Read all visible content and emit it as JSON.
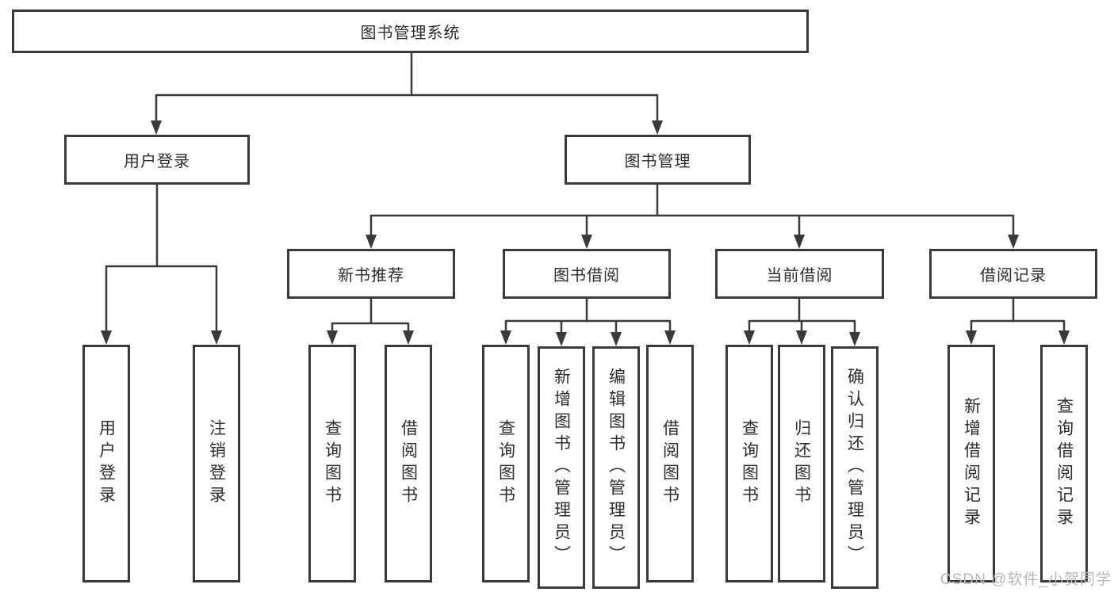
{
  "diagram_title": "图书管理系统",
  "watermark": "CSDN @软件_小贺同学",
  "colors": {
    "line": "#3a3a3a",
    "box_border": "#3a3a3a",
    "box_fill": "#ffffff",
    "text": "#2d2d2d",
    "watermark": "#b8b8b8",
    "background": "#ffffff"
  },
  "nodes": {
    "root": {
      "label": "图书管理系统"
    },
    "user_login": {
      "label": "用户登录"
    },
    "book_management": {
      "label": "图书管理"
    },
    "new_book_recommend": {
      "label": "新书推荐"
    },
    "book_borrowing": {
      "label": "图书借阅"
    },
    "current_borrowing": {
      "label": "当前借阅"
    },
    "borrowing_records": {
      "label": "借阅记录"
    },
    "leaf_user_login": {
      "label": "用户登录"
    },
    "leaf_logout_login": {
      "label": "注销登录"
    },
    "nbr_query_books": {
      "label": "查询图书"
    },
    "nbr_borrow_books": {
      "label": "借阅图书"
    },
    "bb_query_books": {
      "label": "查询图书"
    },
    "bb_add_books_admin": {
      "label": "新增图书（管理员）"
    },
    "bb_edit_books_admin": {
      "label": "编辑图书（管理员）"
    },
    "bb_borrow_books": {
      "label": "借阅图书"
    },
    "cb_query_books": {
      "label": "查询图书"
    },
    "cb_return_books": {
      "label": "归还图书"
    },
    "cb_confirm_return_admin": {
      "label": "确认归还（管理员）"
    },
    "br_add_record": {
      "label": "新增借阅记录"
    },
    "br_query_record": {
      "label": "查询借阅记录"
    }
  },
  "hierarchy": [
    {
      "parent": "图书管理系统",
      "children": [
        "用户登录",
        "图书管理"
      ]
    },
    {
      "parent": "用户登录",
      "children": [
        "用户登录",
        "注销登录"
      ]
    },
    {
      "parent": "图书管理",
      "children": [
        "新书推荐",
        "图书借阅",
        "当前借阅",
        "借阅记录"
      ]
    },
    {
      "parent": "新书推荐",
      "children": [
        "查询图书",
        "借阅图书"
      ]
    },
    {
      "parent": "图书借阅",
      "children": [
        "查询图书",
        "新增图书（管理员）",
        "编辑图书（管理员）",
        "借阅图书"
      ]
    },
    {
      "parent": "当前借阅",
      "children": [
        "查询图书",
        "归还图书",
        "确认归还（管理员）"
      ]
    },
    {
      "parent": "借阅记录",
      "children": [
        "新增借阅记录",
        "查询借阅记录"
      ]
    }
  ]
}
